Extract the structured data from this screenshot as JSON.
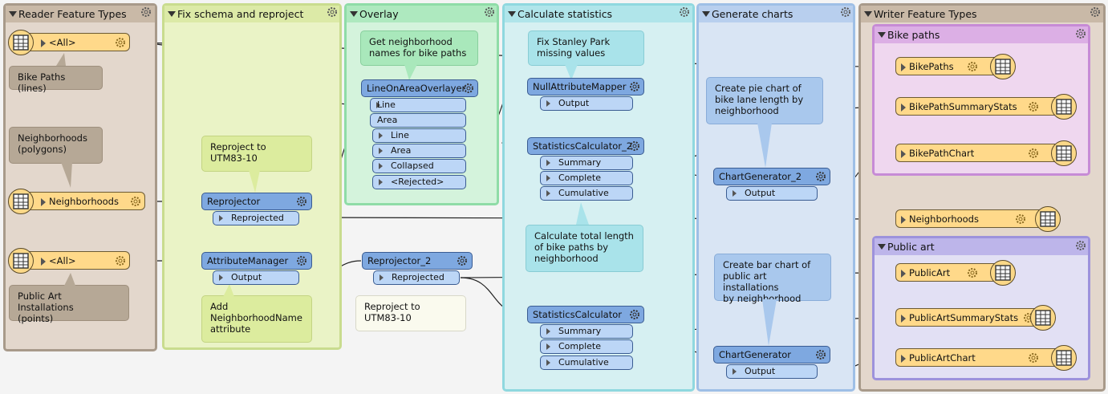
{
  "colors": {
    "reader": "#e3d7cc",
    "fix": "#eaf3c6",
    "overlay": "#d4f3dc",
    "stats": "#d6f0f2",
    "charts": "#d9e5f4",
    "writer": "#e3d7cc",
    "bikepaths": "#efd7ef",
    "publicart": "#e2e0f4",
    "feature_fill": "#ffd98a",
    "transformer_fill": "#7ea8e0",
    "port_fill": "#bcd6f6"
  },
  "bookmarks": {
    "reader": "Reader Feature Types",
    "fix": "Fix schema and reproject",
    "overlay": "Overlay",
    "stats": "Calculate statistics",
    "charts": "Generate charts",
    "writer": "Writer Feature Types",
    "bikepaths": "Bike paths",
    "publicart": "Public art"
  },
  "readers": {
    "all1": "<All>",
    "neighborhoods": "Neighborhoods",
    "all2": "<All>"
  },
  "annotations": {
    "bike_lines": "Bike Paths (lines)",
    "neigh_polys": "Neighborhoods\n(polygons)",
    "public_points": "Public Art Installations\n(points)",
    "reproject_utm": "Reproject to\nUTM83-10",
    "add_attr": "Add\nNeighborhoodName\nattribute",
    "reproject_utm2": "Reproject to\nUTM83-10",
    "get_names": "Get neighborhood\nnames for bike paths",
    "fix_stanley": "Fix Stanley Park\nmissing values",
    "calc_total": "Calculate total length\nof bike paths by\nneighborhood",
    "pie_chart": "Create pie chart of\nbike lane length by\nneighborhood",
    "bar_chart": "Create bar chart of\npublic art installations\nby neighborhood"
  },
  "transformers": {
    "reprojector": {
      "name": "Reprojector",
      "ports": [
        "Reprojected"
      ]
    },
    "attribute_manager": {
      "name": "AttributeManager",
      "ports": [
        "Output"
      ]
    },
    "reprojector2": {
      "name": "Reprojector_2",
      "ports": [
        "Reprojected"
      ]
    },
    "line_on_area": {
      "name": "LineOnAreaOverlayer",
      "inputs": [
        "Line",
        "Area"
      ],
      "outputs": [
        "Line",
        "Area",
        "Collapsed",
        "<Rejected>"
      ]
    },
    "null_mapper": {
      "name": "NullAttributeMapper",
      "ports": [
        "Output"
      ]
    },
    "stats2": {
      "name": "StatisticsCalculator_2",
      "ports": [
        "Summary",
        "Complete",
        "Cumulative"
      ]
    },
    "stats": {
      "name": "StatisticsCalculator",
      "ports": [
        "Summary",
        "Complete",
        "Cumulative"
      ]
    },
    "chart2": {
      "name": "ChartGenerator_2",
      "ports": [
        "Output"
      ]
    },
    "chart": {
      "name": "ChartGenerator",
      "ports": [
        "Output"
      ]
    }
  },
  "writers": {
    "bikepaths": "BikePaths",
    "bikesummary": "BikePathSummaryStats",
    "bikechart": "BikePathChart",
    "neighborhoods": "Neighborhoods",
    "publicart": "PublicArt",
    "publicsummary": "PublicArtSummaryStats",
    "publicchart": "PublicArtChart"
  }
}
